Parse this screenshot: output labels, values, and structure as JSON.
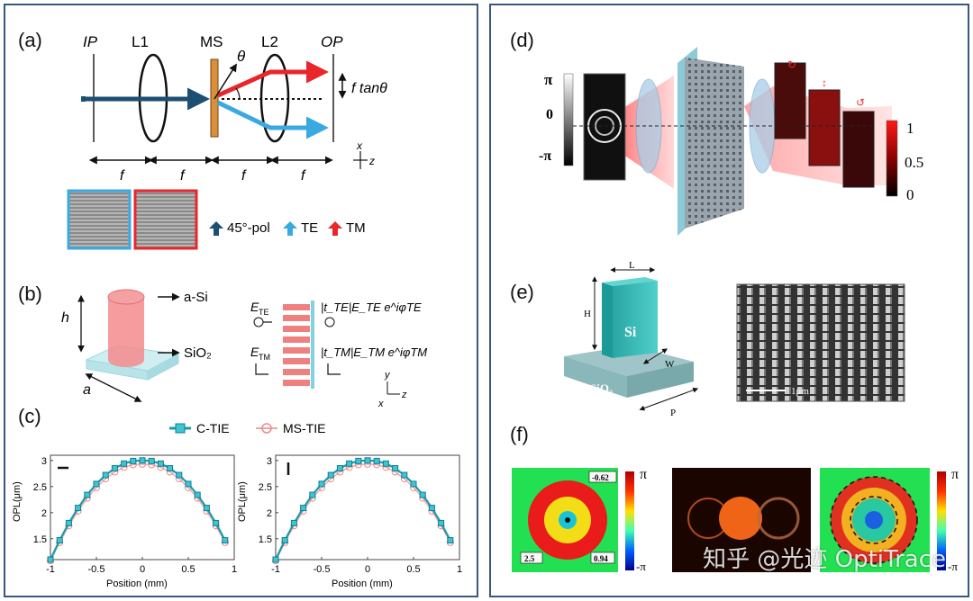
{
  "panel_labels": {
    "a": "(a)",
    "b": "(b)",
    "c": "(c)",
    "d": "(d)",
    "e": "(e)",
    "f": "(f)"
  },
  "panel_a": {
    "IP": "IP",
    "L1": "L1",
    "MS": "MS",
    "L2": "L2",
    "OP": "OP",
    "theta": "θ",
    "shift": "f tanθ",
    "f": "f",
    "axis_x": "x",
    "axis_z": "z",
    "legend_45": "45°-pol",
    "legend_te": "TE",
    "legend_tm": "TM",
    "colors": {
      "dark": "#1d4f73",
      "te": "#3aa9e0",
      "tm": "#e8262b"
    }
  },
  "panel_b": {
    "aSi": "a-Si",
    "SiO2": "SiO₂",
    "h": "h",
    "a": "a",
    "E_TE": "E",
    "E_TE_sub": "TE",
    "E_TM": "E",
    "E_TM_sub": "TM",
    "out_te": "|t_TE|E_TE e^iφTE",
    "out_tm": "|t_TM|E_TM e^iφTM",
    "axis_y": "y",
    "axis_z": "z",
    "axis_x": "x"
  },
  "panel_c": {
    "legend": [
      "C-TIE",
      "MS-TIE"
    ],
    "xlabel": "Position (mm)",
    "ylabel": "OPL(μm)",
    "yticks": [
      "1.5",
      "2",
      "2.5",
      "3"
    ],
    "xticks": [
      "-1",
      "-0.5",
      "0",
      "0.5",
      "1"
    ]
  },
  "chart_data": [
    {
      "type": "line",
      "xlabel": "Position (mm)",
      "ylabel": "OPL(μm)",
      "xlim": [
        -1,
        1
      ],
      "ylim": [
        1.1,
        3.1
      ],
      "x": [
        -1,
        -0.9,
        -0.8,
        -0.7,
        -0.6,
        -0.5,
        -0.4,
        -0.3,
        -0.2,
        -0.1,
        0,
        0.1,
        0.2,
        0.3,
        0.4,
        0.5,
        0.6,
        0.7,
        0.8,
        0.9
      ],
      "series": [
        {
          "name": "C-TIE",
          "values": [
            1.1,
            1.47,
            1.8,
            2.09,
            2.34,
            2.55,
            2.72,
            2.85,
            2.94,
            2.99,
            3.0,
            2.99,
            2.94,
            2.85,
            2.72,
            2.55,
            2.34,
            2.09,
            1.8,
            1.47
          ]
        },
        {
          "name": "MS-TIE",
          "values": [
            1.08,
            1.43,
            1.75,
            2.03,
            2.28,
            2.48,
            2.65,
            2.78,
            2.87,
            2.92,
            2.93,
            2.92,
            2.87,
            2.78,
            2.65,
            2.48,
            2.28,
            2.03,
            1.75,
            1.43
          ]
        }
      ]
    },
    {
      "type": "line",
      "xlabel": "Position (mm)",
      "ylabel": "OPL(μm)",
      "xlim": [
        -1,
        1
      ],
      "ylim": [
        1.1,
        3.1
      ],
      "x": [
        -1,
        -0.9,
        -0.8,
        -0.7,
        -0.6,
        -0.5,
        -0.4,
        -0.3,
        -0.2,
        -0.1,
        0,
        0.1,
        0.2,
        0.3,
        0.4,
        0.5,
        0.6,
        0.7,
        0.8,
        0.9
      ],
      "series": [
        {
          "name": "C-TIE",
          "values": [
            1.1,
            1.47,
            1.8,
            2.09,
            2.34,
            2.55,
            2.72,
            2.85,
            2.94,
            2.99,
            3.0,
            2.99,
            2.94,
            2.85,
            2.72,
            2.55,
            2.34,
            2.09,
            1.8,
            1.47
          ]
        },
        {
          "name": "MS-TIE",
          "values": [
            1.08,
            1.43,
            1.75,
            2.03,
            2.28,
            2.48,
            2.65,
            2.78,
            2.87,
            2.92,
            2.93,
            2.92,
            2.87,
            2.78,
            2.65,
            2.48,
            2.28,
            2.03,
            1.75,
            1.43
          ]
        }
      ]
    }
  ],
  "panel_d": {
    "pi": "π",
    "zero": "0",
    "minus_pi": "-π",
    "cb_1": "1",
    "cb_05": "0.5",
    "cb_0": "0"
  },
  "panel_e": {
    "L": "L",
    "H": "H",
    "W": "W",
    "P": "P",
    "Si": "Si",
    "SiO2": "SiO₂",
    "scale": "1μm"
  },
  "panel_f": {
    "v1": "-0.62",
    "v2": "2.5",
    "v3": "0.94",
    "pi": "π",
    "minus_pi": "-π"
  },
  "watermark": "知乎 @光迹 OptiTrace"
}
